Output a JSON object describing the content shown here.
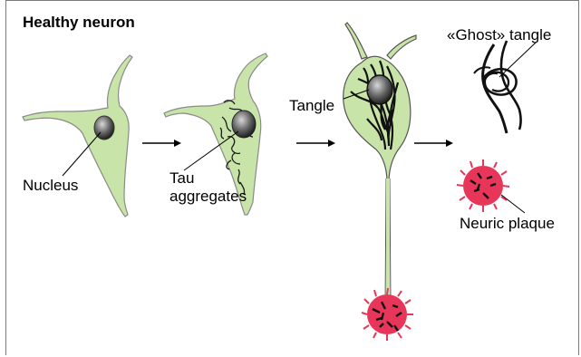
{
  "title": "Healthy neuron",
  "labels": {
    "nucleus": "Nucleus",
    "tau_line1": "Tau",
    "tau_line2": "aggregates",
    "tangle": "Tangle",
    "ghost_tangle": "«Ghost» tangle",
    "neuric_plaque": "Neuric plaque"
  },
  "colors": {
    "cell_fill": "#c9e4a8",
    "cell_stroke": "#8a8a8a",
    "tangle_dark": "#1a1a1a",
    "plaque_red": "#e8365a",
    "nucleus": "#555555"
  }
}
